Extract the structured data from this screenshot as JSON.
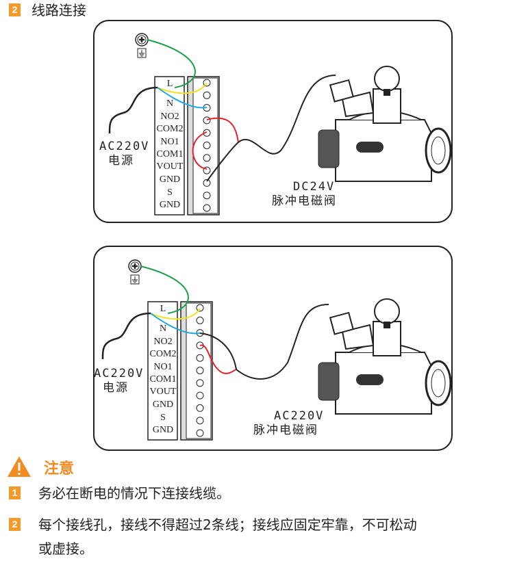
{
  "section": {
    "number": "2",
    "title": "线路连接"
  },
  "terminal_labels": [
    "L",
    "N",
    "NO2",
    "COM2",
    "NO1",
    "COM1",
    "VOUT",
    "GND",
    "S",
    "GND"
  ],
  "diagram1": {
    "power_line1": "AC220V",
    "power_line2": "电源",
    "valve_line1": "DC24V",
    "valve_line2": "脉冲电磁阀"
  },
  "diagram2": {
    "power_line1": "AC220V",
    "power_line2": "电源",
    "valve_line1": "AC220V",
    "valve_line2": "脉冲电磁阀"
  },
  "notice": {
    "title": "注意",
    "items": [
      {
        "number": "1",
        "text": "务必在断电的情况下连接线缆。"
      },
      {
        "number": "2",
        "text": "每个接线孔，接线不得超过2条线；接线应固定牢靠，不可松动",
        "text_cont": "或虚接。"
      }
    ]
  },
  "colors": {
    "accent": "#f39a2b",
    "ground": "#1aa04a",
    "live": "#f5e11a",
    "neutral": "#1aa6e6",
    "red": "#e5202a"
  }
}
